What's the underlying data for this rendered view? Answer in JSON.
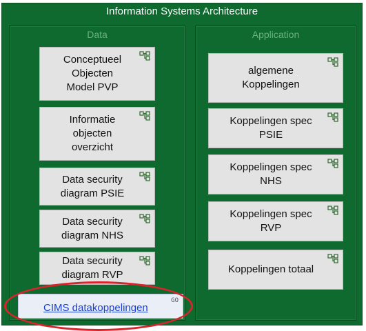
{
  "diagram": {
    "title": "Information Systems Architecture",
    "groups": {
      "data": {
        "title": "Data",
        "items": [
          {
            "label": "Conceptueel\nObjecten\nModel PVP",
            "icon": "linked-model-icon"
          },
          {
            "label": "Informatie\nobjecten\noverzicht",
            "icon": "linked-model-icon"
          },
          {
            "label": "Data security\ndiagram PSIE",
            "icon": "linked-model-icon"
          },
          {
            "label": "Data security\ndiagram NHS",
            "icon": "linked-model-icon"
          },
          {
            "label": "Data security\ndiagram RVP",
            "icon": "linked-model-icon"
          }
        ],
        "link_item": {
          "label": "CIMS datakoppelingen",
          "icon": "go-link-icon",
          "icon_text": "GO"
        }
      },
      "application": {
        "title": "Application",
        "items": [
          {
            "label": "algemene\nKoppelingen",
            "icon": "linked-model-icon"
          },
          {
            "label": "Koppelingen spec\nPSIE",
            "icon": "linked-model-icon"
          },
          {
            "label": "Koppelingen spec\nNHS",
            "icon": "linked-model-icon"
          },
          {
            "label": "Koppelingen spec\nRVP",
            "icon": "linked-model-icon"
          },
          {
            "label": "Koppelingen totaal",
            "icon": "linked-model-icon"
          }
        ]
      }
    },
    "colors": {
      "background": "#0f6a2f",
      "group_title": "#69b27d",
      "card": "#e3e3e3",
      "link": "#1a3fd1",
      "highlight": "#d8242b"
    }
  }
}
